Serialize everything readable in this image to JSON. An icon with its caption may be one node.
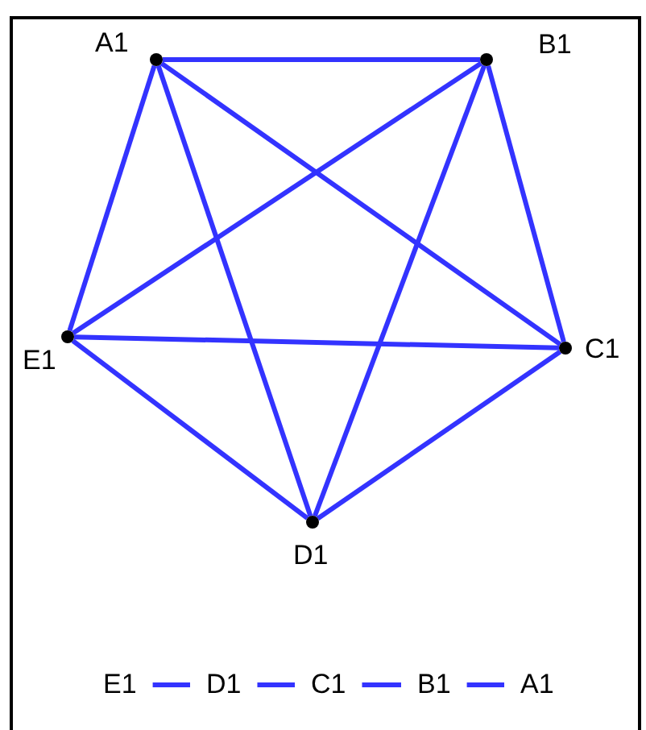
{
  "diagram": {
    "nodes": [
      {
        "text": [],
        "shape": "circle",
        "beside": [
          "A1"
        ]
      },
      {
        "text": [],
        "shape": "circle",
        "beside": [
          "B1"
        ]
      },
      {
        "text": [],
        "shape": "circle",
        "beside": [
          "C1"
        ]
      },
      {
        "text": [],
        "shape": "circle",
        "beside": [
          "D1"
        ]
      },
      {
        "text": [],
        "shape": "circle",
        "beside": [
          "E1"
        ]
      },
      {
        "text": [
          "E1"
        ]
      },
      {
        "text": [
          "D1"
        ]
      },
      {
        "text": [
          "C1"
        ]
      },
      {
        "text": [
          "B1"
        ]
      },
      {
        "text": [
          "A1"
        ]
      }
    ],
    "edges": [
      {
        "from": 0,
        "to": 1,
        "arrow": "none"
      },
      {
        "from": 0,
        "to": 2,
        "arrow": "none"
      },
      {
        "from": 0,
        "to": 3,
        "arrow": "none"
      },
      {
        "from": 0,
        "to": 4,
        "arrow": "none"
      },
      {
        "from": 1,
        "to": 2,
        "arrow": "none"
      },
      {
        "from": 1,
        "to": 3,
        "arrow": "none"
      },
      {
        "from": 1,
        "to": 4,
        "arrow": "none"
      },
      {
        "from": 2,
        "to": 3,
        "arrow": "none"
      },
      {
        "from": 2,
        "to": 4,
        "arrow": "none"
      },
      {
        "from": 3,
        "to": 4,
        "arrow": "none"
      },
      {
        "from": 5,
        "to": 6,
        "arrow": "none"
      },
      {
        "from": 6,
        "to": 7,
        "arrow": "none"
      },
      {
        "from": 7,
        "to": 8,
        "arrow": "none"
      },
      {
        "from": 8,
        "to": 9,
        "arrow": "none"
      }
    ]
  }
}
